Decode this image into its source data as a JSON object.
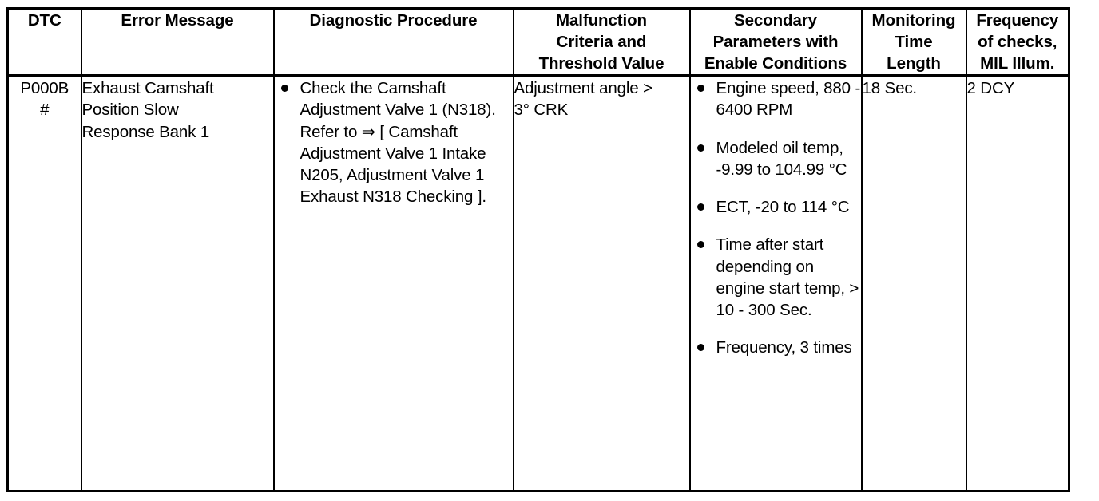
{
  "table": {
    "caption": "",
    "columns": [
      {
        "key": "dtc",
        "label": "DTC"
      },
      {
        "key": "error_message",
        "label": "Error Message"
      },
      {
        "key": "diagnostic_procedure",
        "label": "Diagnostic Procedure"
      },
      {
        "key": "malfunction_criteria",
        "label_line1": "Malfunction",
        "label_line2": "Criteria and",
        "label_line3": "Threshold Value"
      },
      {
        "key": "secondary_parameters",
        "label_line1": "Secondary",
        "label_line2": "Parameters with",
        "label_line3": "Enable Conditions"
      },
      {
        "key": "monitoring_time",
        "label_line1": "Monitoring",
        "label_line2": "Time",
        "label_line3": "Length"
      },
      {
        "key": "frequency",
        "label_line1": "Frequency",
        "label_line2": "of checks,",
        "label_line3": "MIL Illum."
      }
    ],
    "rows": [
      {
        "dtc": {
          "code": "P000B",
          "marker": "#"
        },
        "error_message": {
          "line1": "Exhaust Camshaft",
          "line2": "Position Slow",
          "line3": "Response Bank 1"
        },
        "diagnostic_procedure": {
          "bullets": [
            "Check the Camshaft Adjustment Valve 1 (N318). Refer to ⇒ [ Camshaft Adjustment Valve 1 Intake N205, Adjustment Valve 1 Exhaust N318 Checking ]."
          ]
        },
        "malfunction_criteria": {
          "line1": "Adjustment angle >",
          "line2": "3° CRK"
        },
        "secondary_parameters": {
          "bullets": [
            "Engine speed, 880 - 6400 RPM",
            "Modeled oil temp, -9.99 to 104.99 °C",
            "ECT, -20 to 114 °C",
            "Time after start depending on engine start temp, > 10 - 300 Sec.",
            "Frequency, 3 times"
          ]
        },
        "monitoring_time": "18 Sec.",
        "frequency": "2 DCY"
      }
    ]
  }
}
